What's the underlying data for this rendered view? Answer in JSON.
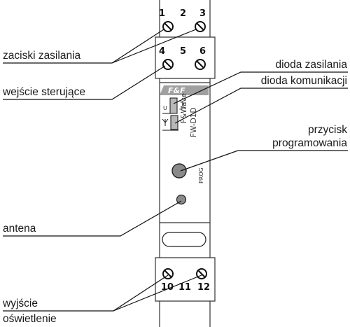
{
  "terminals": {
    "top_row1": [
      "1",
      "2",
      "3"
    ],
    "top_row2": [
      "4",
      "5",
      "6"
    ],
    "bottom_row": [
      "10",
      "11",
      "12"
    ]
  },
  "device": {
    "brand_logo": "F&F",
    "product_line": "F&Wave",
    "model": "FW-D1D",
    "led_u_label": "U",
    "prog_label": "PROG",
    "icons": {
      "antenna_glyph": "antenna-icon",
      "wave_glyph": "wifi-icon",
      "screw": "screw-terminal-icon"
    },
    "colors": {
      "housing": "#f4f4f4",
      "outline": "#333333",
      "logo_bg": "#a0a0a0",
      "led_fill": "#b8b8b8",
      "button_fill": "#8a8a8a"
    }
  },
  "labels": {
    "zaciski": "zaciski zasilania",
    "wejscie": "wejście sterujące",
    "dioda_zas": "dioda zasilania",
    "dioda_kom": "dioda komunikacji",
    "przycisk_1": "przycisk",
    "przycisk_2": "programowania",
    "antena": "antena",
    "wyjscie_1": "wyjście",
    "wyjscie_2": "oświetlenie"
  }
}
